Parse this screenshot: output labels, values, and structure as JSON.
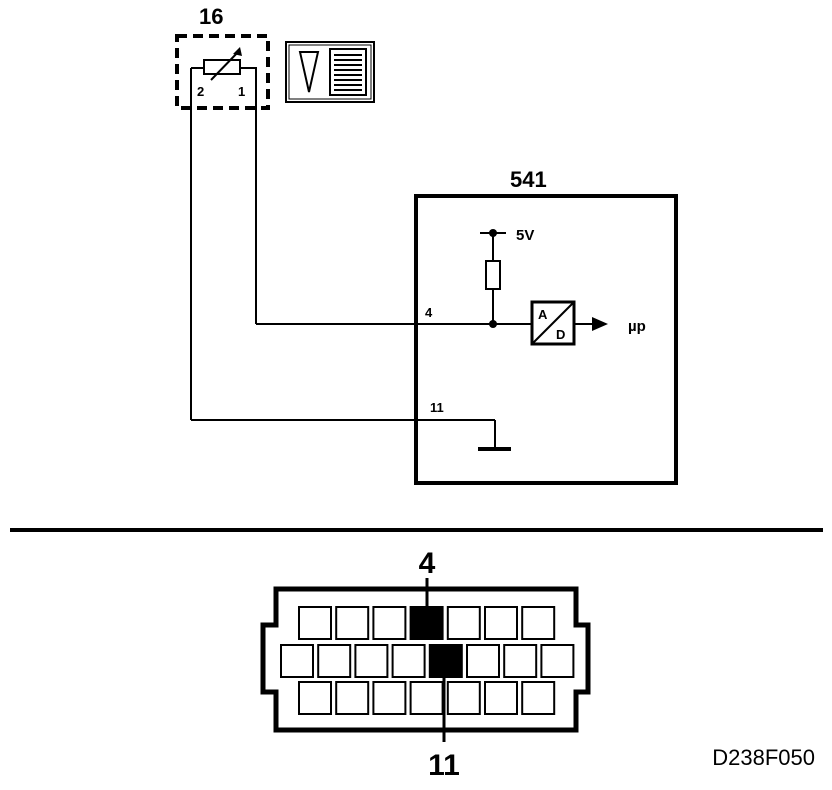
{
  "sensor": {
    "id": "16",
    "pin_left": "2",
    "pin_right": "1"
  },
  "ecu": {
    "id": "541",
    "supply": "5V",
    "pin_signal": "4",
    "pin_ground": "11",
    "adc_top": "A",
    "adc_bottom": "D",
    "output": "µp"
  },
  "connector": {
    "highlight_top": "4",
    "highlight_bottom": "11",
    "rows": [
      {
        "count": 7,
        "filled_index": 3
      },
      {
        "count": 8,
        "filled_index": 4
      },
      {
        "count": 7,
        "filled_index": -1
      }
    ]
  },
  "reference": "D238F050",
  "colors": {
    "line": "#000000",
    "background": "#ffffff"
  },
  "icons": {
    "sensor_symbol": "variable-resistor-icon",
    "sensor_tag": "sensor-type-symbol-icon",
    "ground": "ground-icon",
    "adc": "adc-converter-icon"
  }
}
